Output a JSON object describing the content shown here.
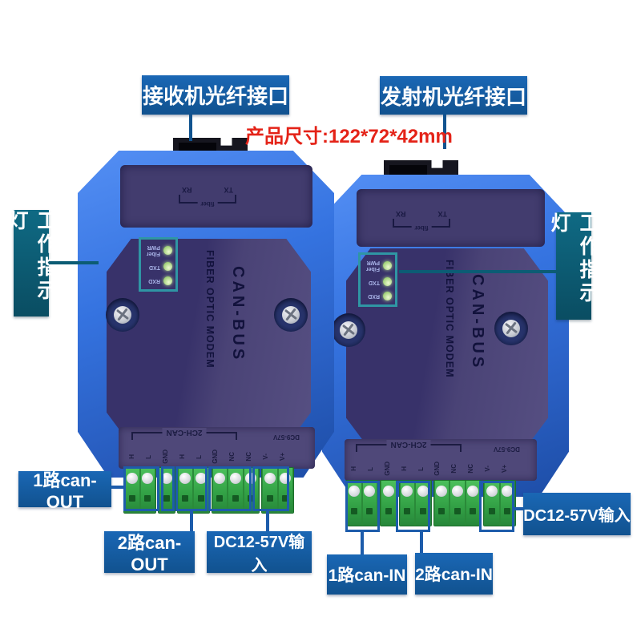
{
  "callouts": {
    "receiver": "接收机光纤接口",
    "transmitter": "发射机光纤接口",
    "dimensions": "产品尺寸:122*72*42mm",
    "indicator_left": "工作指示灯",
    "indicator_right": "工作指示灯",
    "can_out_1": "1路can-OUT",
    "can_out_2": "2路can-OUT",
    "dc_input_left": "DC12-57V输入",
    "can_in_1": "1路can-IN",
    "can_in_2": "2路can-IN",
    "dc_input_right": "DC12-57V输入"
  },
  "device": {
    "panel_title_line1": "CAN-BUS",
    "panel_title_line2": "FIBER OPTIC MODEM",
    "fiber_tx": "TX",
    "fiber_rx": "RX",
    "fiber_group": "fiber",
    "led_power_line1": "PWR",
    "led_power_line2": "Fiber",
    "led_txd": "TXD",
    "led_rxd": "RXD",
    "channel_label": "2CH-CAN",
    "power_rating": "DC9-57V",
    "terminals": [
      "H",
      "L",
      "GND",
      "H",
      "L",
      "GND",
      "NC",
      "NC",
      "V-",
      "V+"
    ]
  },
  "colors": {
    "label_blue": "#11538f",
    "callout_teal": "#0c5c74",
    "outline_blue": "#1d5cab",
    "led_box_teal": "#2f96a4",
    "dimension_red": "#e42318",
    "body_blue": "#2f6ed6",
    "panel_dark": "#38326a",
    "terminal_green": "#33a246"
  }
}
